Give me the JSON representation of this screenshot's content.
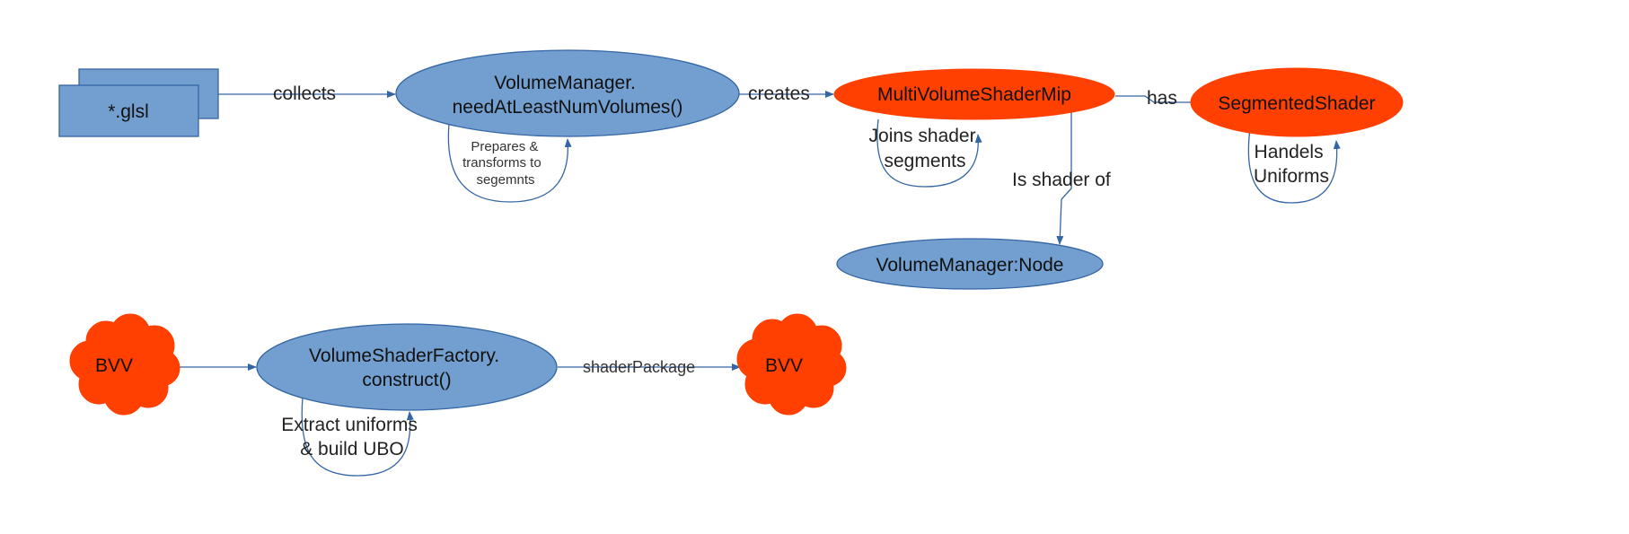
{
  "nodes": {
    "glsl": "*.glsl",
    "volume_manager": [
      "VolumeManager.",
      "needAtLeastNumVolumes()"
    ],
    "multi_volume_shader": "MultiVolumeShaderMip",
    "segmented_shader": "SegmentedShader",
    "volume_manager_node": "VolumeManager:Node",
    "bvv_source": "BVV",
    "volume_shader_factory": [
      "VolumeShaderFactory.",
      "construct()"
    ],
    "bvv_target": "BVV"
  },
  "edges": {
    "collects": "collects",
    "creates": "creates",
    "has": "has",
    "is_shader_of": "Is shader of",
    "shader_package": "shaderPackage",
    "prepares": [
      "Prepares &",
      "transforms to",
      "segemnts"
    ],
    "joins": [
      "Joins shader",
      "segments"
    ],
    "handels": [
      "Handels",
      "Uniforms"
    ],
    "extract": [
      "Extract uniforms",
      "& build UBO"
    ]
  },
  "colors": {
    "blue_fill": "#729fcf",
    "blue_stroke": "#3465a4",
    "orange_fill": "#ff4000"
  }
}
